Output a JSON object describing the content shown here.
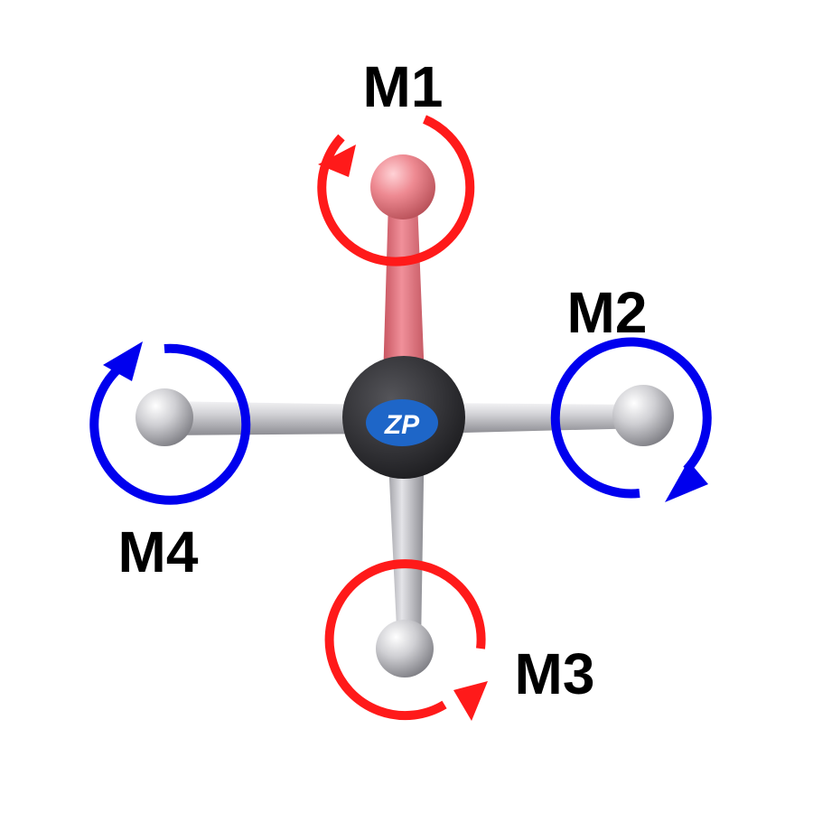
{
  "diagram": {
    "hub_logo": "ZP",
    "motors": [
      {
        "id": "M1",
        "label": "M1",
        "rotation": "counterclockwise",
        "color": "#ff1a1a",
        "arm_color": "#e8737a"
      },
      {
        "id": "M2",
        "label": "M2",
        "rotation": "clockwise",
        "color": "#0000ee",
        "arm_color": "#c8c8cc"
      },
      {
        "id": "M3",
        "label": "M3",
        "rotation": "counterclockwise",
        "color": "#ff1a1a",
        "arm_color": "#c8c8cc"
      },
      {
        "id": "M4",
        "label": "M4",
        "rotation": "clockwise",
        "color": "#0000ee",
        "arm_color": "#c8c8cc"
      }
    ],
    "colors": {
      "hub": "#2f2f33",
      "logo_badge": "#1e66c8",
      "front_rod": "#e8737a",
      "rod": "#c8c8cc"
    }
  }
}
